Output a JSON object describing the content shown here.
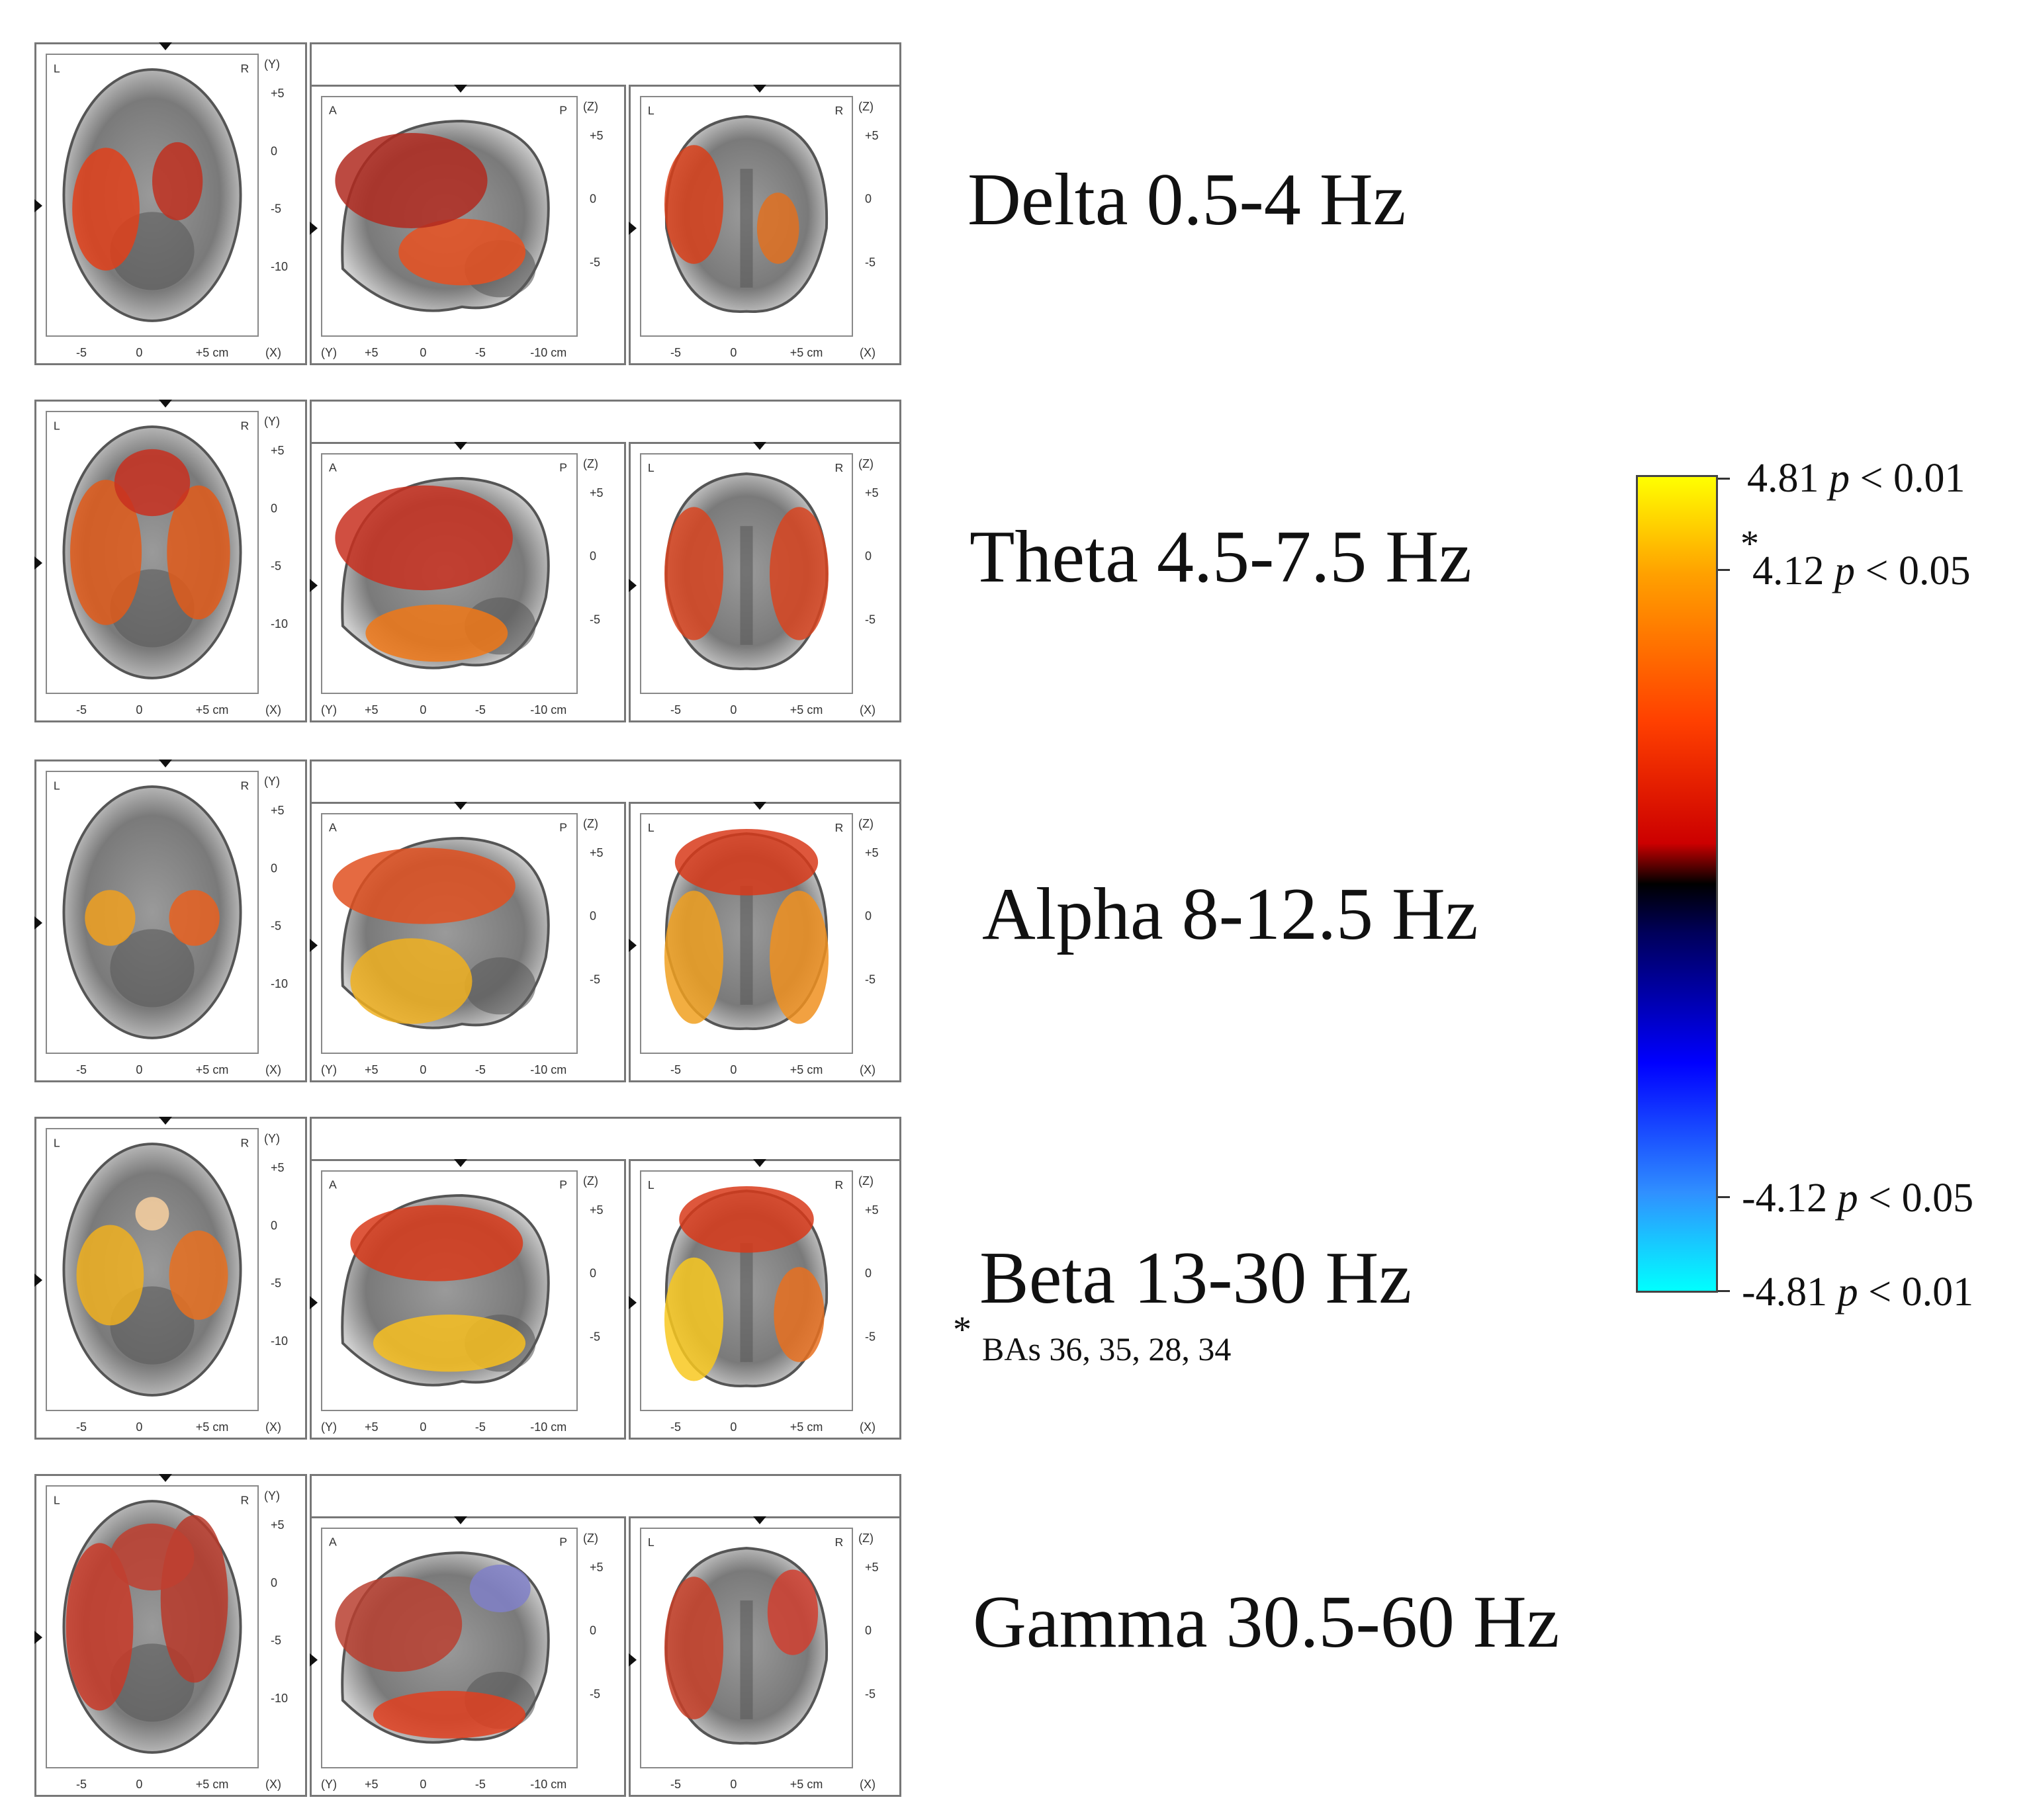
{
  "bands": [
    {
      "label": "Delta 0.5-4 Hz"
    },
    {
      "label": "Theta 4.5-7.5 Hz"
    },
    {
      "label": "Alpha 8-12.5 Hz"
    },
    {
      "label": "Beta 13-30 Hz"
    },
    {
      "label": "Gamma 30.5-60 Hz"
    }
  ],
  "axes": {
    "axial": {
      "corner_left": "L",
      "corner_right": "R",
      "axis_name": "(Y)",
      "y_ticks": [
        "+5",
        "0",
        "-5",
        "-10"
      ],
      "x_ticks": [
        "-5",
        "0",
        "+5 cm"
      ],
      "x_axis_name": "(X)"
    },
    "sagittal": {
      "corner_left": "A",
      "corner_right": "P",
      "axis_name": "(Z)",
      "y_ticks": [
        "+5",
        "0",
        "-5"
      ],
      "x_axis_name": "(Y)",
      "x_ticks": [
        "+5",
        "0",
        "-5",
        "-10 cm"
      ]
    },
    "coronal": {
      "corner_left": "L",
      "corner_right": "R",
      "axis_name": "(Z)",
      "y_ticks": [
        "+5",
        "0",
        "-5"
      ],
      "x_ticks": [
        "-5",
        "0",
        "+5 cm"
      ],
      "x_axis_name": "(X)"
    }
  },
  "colorbar": {
    "colors": [
      "#ffff00",
      "#ffa000",
      "#ff4000",
      "#cc0000",
      "#000000",
      "#00005a",
      "#0000ff",
      "#3090ff",
      "#00ffff"
    ],
    "labels": [
      {
        "value": "4.81",
        "p": "p",
        "cmp": "< 0.01",
        "star": ""
      },
      {
        "value": "4.12",
        "p": "p",
        "cmp": "< 0.05",
        "star": "*"
      },
      {
        "value": "-4.12",
        "p": "p",
        "cmp": "< 0.05",
        "star": ""
      },
      {
        "value": "-4.81",
        "p": "p",
        "cmp": "< 0.01",
        "star": ""
      }
    ]
  },
  "footnote": {
    "star": "*",
    "text": "BAs 36, 35, 28, 34"
  }
}
